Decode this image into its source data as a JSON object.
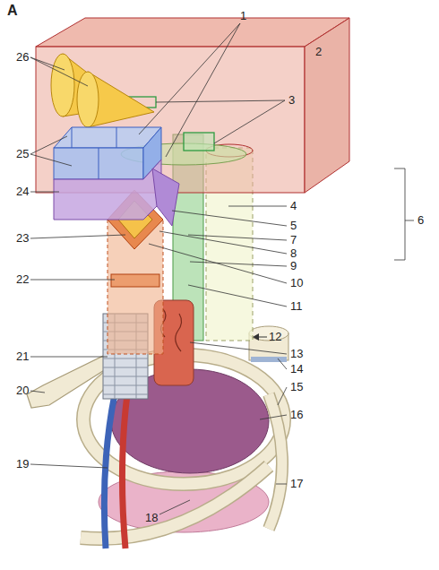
{
  "diagram": {
    "labels": [
      "A",
      "1",
      "2",
      "26",
      "3",
      "4",
      "6",
      "5",
      "7",
      "8",
      "9",
      "25",
      "24",
      "23",
      "10",
      "11",
      "22",
      "12",
      "13",
      "21",
      "14",
      "15",
      "20",
      "16",
      "19",
      "17",
      "18"
    ]
  }
}
